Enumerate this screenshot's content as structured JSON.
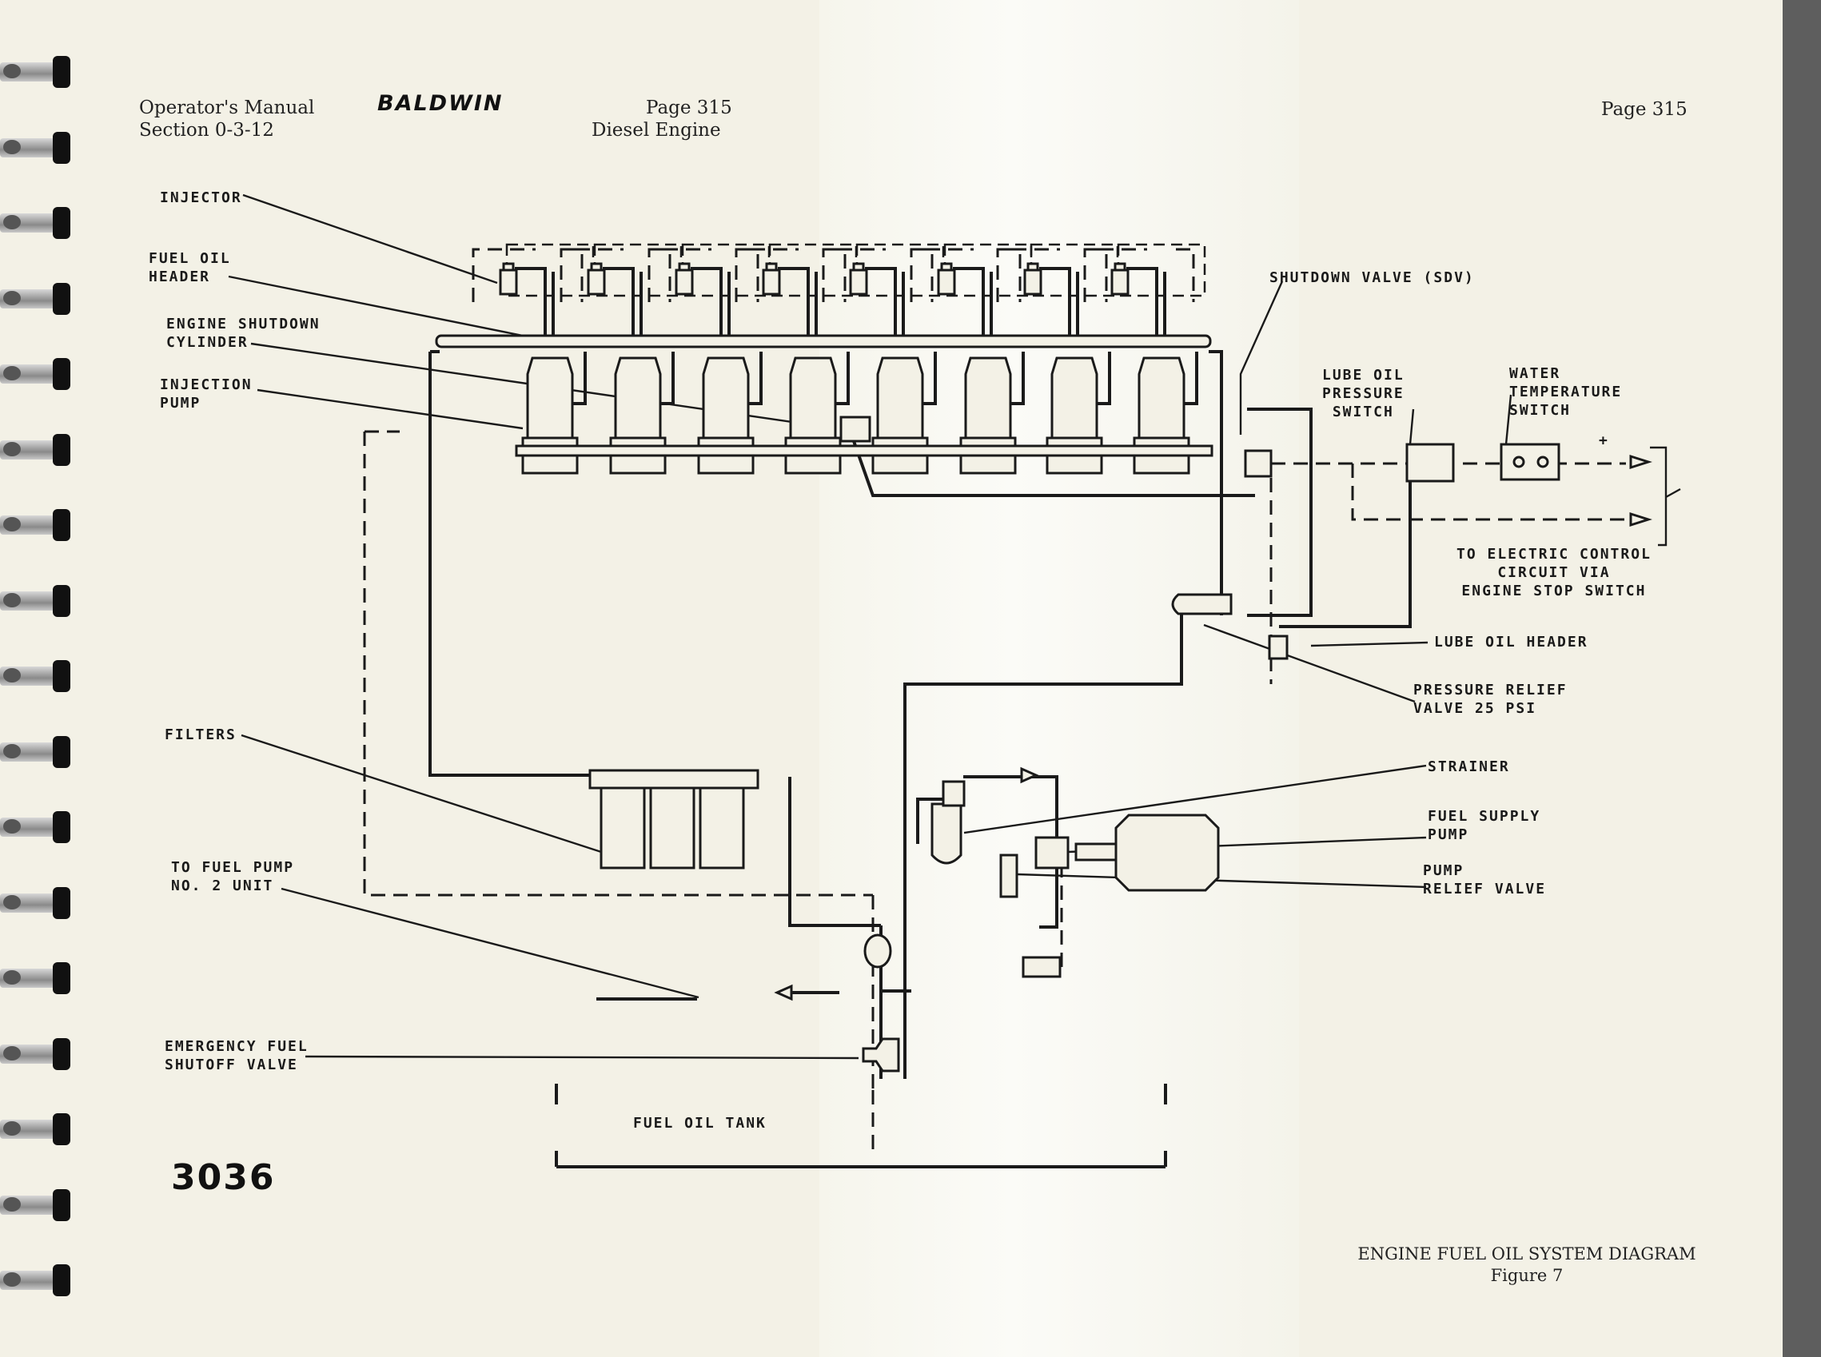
{
  "header": {
    "left_line1": "Operator's Manual",
    "left_line2": "Section 0-3-12",
    "brand": "BALDWIN",
    "center_line1": "Page 315",
    "center_line2": "Diesel Engine",
    "right_page": "Page 315"
  },
  "labels": {
    "injector": "INJECTOR",
    "fuel_oil_header": "FUEL OIL\nHEADER",
    "engine_shutdown_cylinder": "ENGINE SHUTDOWN\nCYLINDER",
    "injection_pump": "INJECTION\nPUMP",
    "filters": "FILTERS",
    "to_fuel_pump": "TO FUEL PUMP\nNO. 2 UNIT",
    "emergency_valve": "EMERGENCY FUEL\nSHUTOFF VALVE",
    "fuel_oil_tank": "FUEL OIL TANK",
    "shutdown_valve": "SHUTDOWN VALVE (SDV)",
    "lube_oil_pressure_switch": "LUBE OIL\nPRESSURE\nSWITCH",
    "water_temperature_switch": "WATER\nTEMPERATURE\nSWITCH",
    "plus_sign": "+",
    "to_electric_control": "TO ELECTRIC CONTROL\nCIRCUIT VIA\nENGINE STOP SWITCH",
    "lube_oil_header": "LUBE OIL HEADER",
    "pressure_relief_valve": "PRESSURE RELIEF\nVALVE 25 PSI",
    "strainer": "STRAINER",
    "fuel_supply_pump": "FUEL SUPPLY\nPUMP",
    "pump_relief_valve": "PUMP\nRELIEF VALVE"
  },
  "page_number_stamp": "3036",
  "caption": {
    "title": "ENGINE FUEL OIL SYSTEM DIAGRAM",
    "figure": "Figure 7"
  },
  "colors": {
    "paper": "#f3f1e6",
    "ink": "#1a1a1a",
    "background": "#7a7a7a"
  }
}
